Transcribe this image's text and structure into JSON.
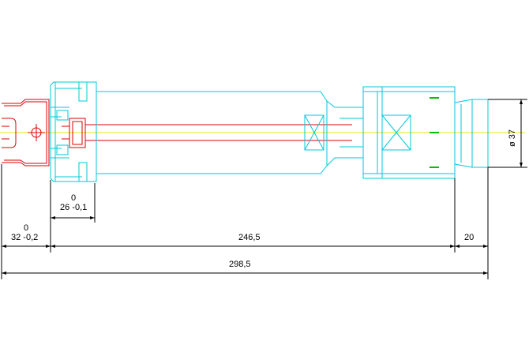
{
  "drawing": {
    "colors": {
      "outline": "#00c8d8",
      "cut": "#e00000",
      "centerline": "#e8e800",
      "slot": "#00c000",
      "dimension": "#000000"
    },
    "dimensions": {
      "flange_tol_upper": "0",
      "flange_len": "26 -0,1",
      "shank_tol_upper": "0",
      "shank_len": "32 -0,2",
      "body_len": "246,5",
      "tip_len": "20",
      "total_len": "298,5",
      "diameter": "ø 37"
    }
  }
}
